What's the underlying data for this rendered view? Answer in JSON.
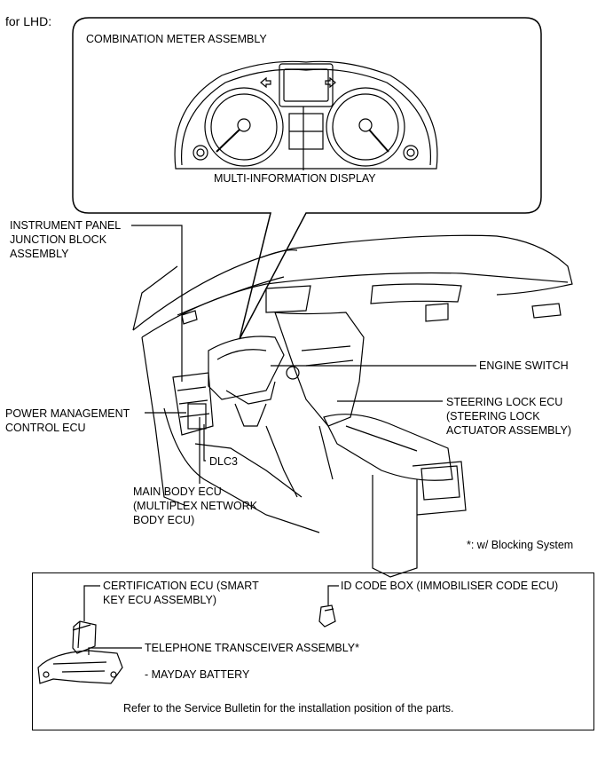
{
  "header": {
    "variant": "for LHD:"
  },
  "callout": {
    "title": "COMBINATION METER ASSEMBLY",
    "display_label": "MULTI-INFORMATION DISPLAY"
  },
  "labels": {
    "ip_jb_line1": "INSTRUMENT PANEL",
    "ip_jb_line2": "JUNCTION BLOCK",
    "ip_jb_line3": "ASSEMBLY",
    "engine_switch": "ENGINE SWITCH",
    "steering_lock_line1": "STEERING LOCK ECU",
    "steering_lock_line2": "(STEERING LOCK",
    "steering_lock_line3": "ACTUATOR ASSEMBLY)",
    "power_mgmt_line1": "POWER MANAGEMENT",
    "power_mgmt_line2": "CONTROL ECU",
    "dlc3": "DLC3",
    "main_body_line1": "MAIN BODY ECU",
    "main_body_line2": "(MULTIPLEX NETWORK",
    "main_body_line3": "BODY ECU)"
  },
  "footnote": "*: w/ Blocking System",
  "parts_box": {
    "cert_line1": "CERTIFICATION ECU (SMART",
    "cert_line2": "KEY ECU ASSEMBLY)",
    "id_code": "ID CODE BOX (IMMOBILISER CODE ECU)",
    "telephone": "TELEPHONE TRANSCEIVER ASSEMBLY*",
    "battery": "- MAYDAY BATTERY",
    "note": "Refer to the Service Bulletin for the installation position of the parts."
  }
}
